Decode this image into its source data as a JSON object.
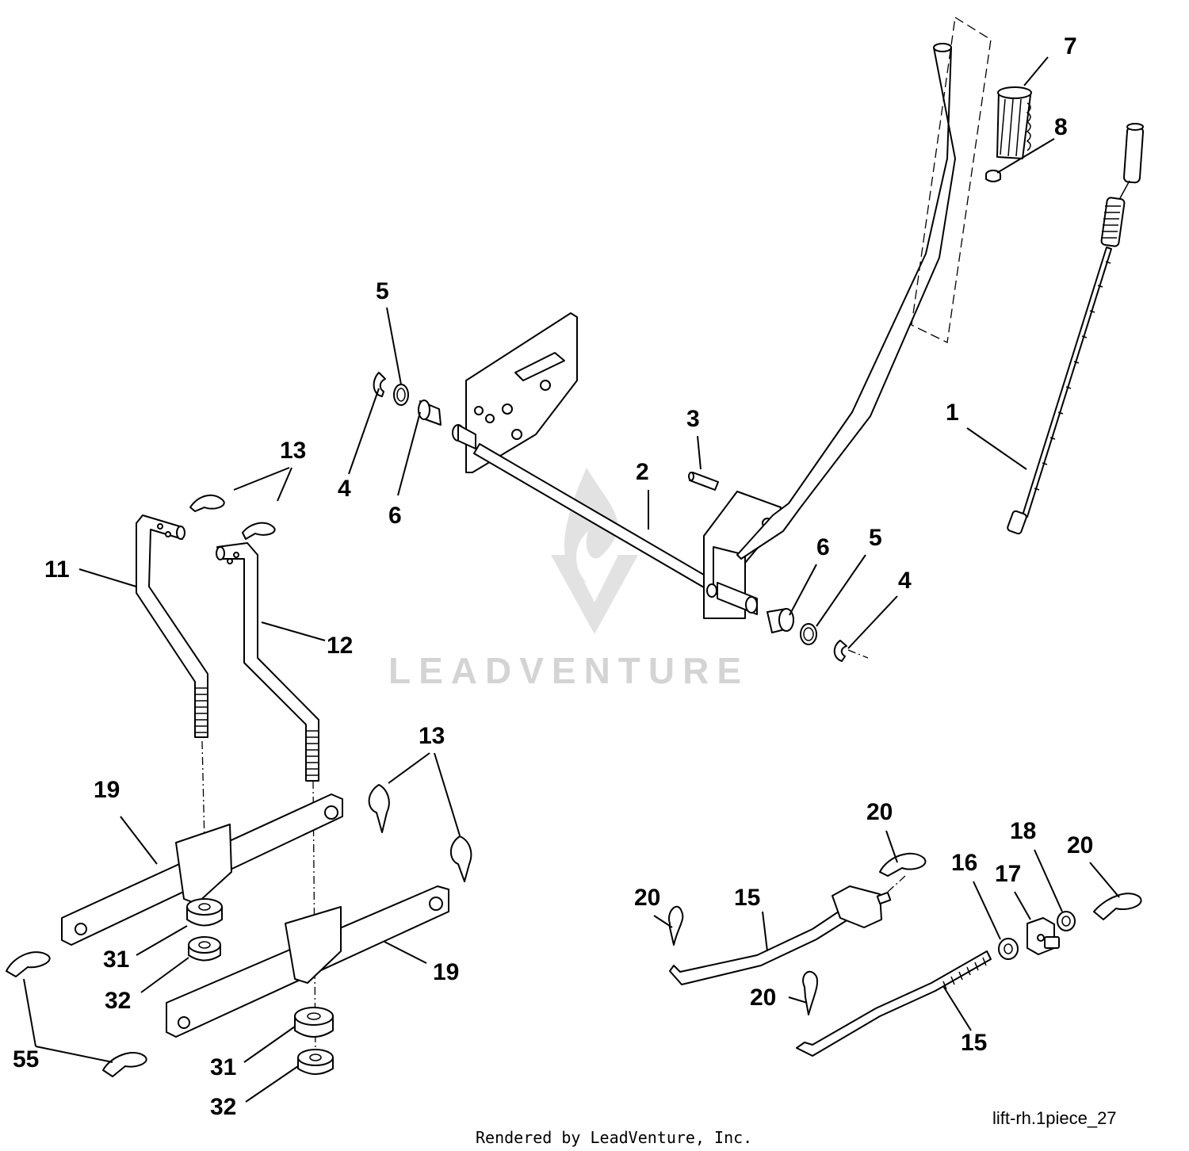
{
  "watermark": {
    "text": "LEADVENTURE"
  },
  "drawing_id": "lift-rh.1piece_27",
  "credit": "Rendered by LeadVenture, Inc.",
  "callouts": {
    "c1": "1",
    "c2": "2",
    "c3": "3",
    "c4a": "4",
    "c4b": "4",
    "c5a": "5",
    "c5b": "5",
    "c6a": "6",
    "c6b": "6",
    "c7": "7",
    "c8": "8",
    "c11": "11",
    "c12": "12",
    "c13a": "13",
    "c13b": "13",
    "c15a": "15",
    "c15b": "15",
    "c16": "16",
    "c17": "17",
    "c18": "18",
    "c19a": "19",
    "c19b": "19",
    "c20a": "20",
    "c20b": "20",
    "c20c": "20",
    "c20d": "20",
    "c31a": "31",
    "c31b": "31",
    "c32a": "32",
    "c32b": "32",
    "c55": "55"
  }
}
